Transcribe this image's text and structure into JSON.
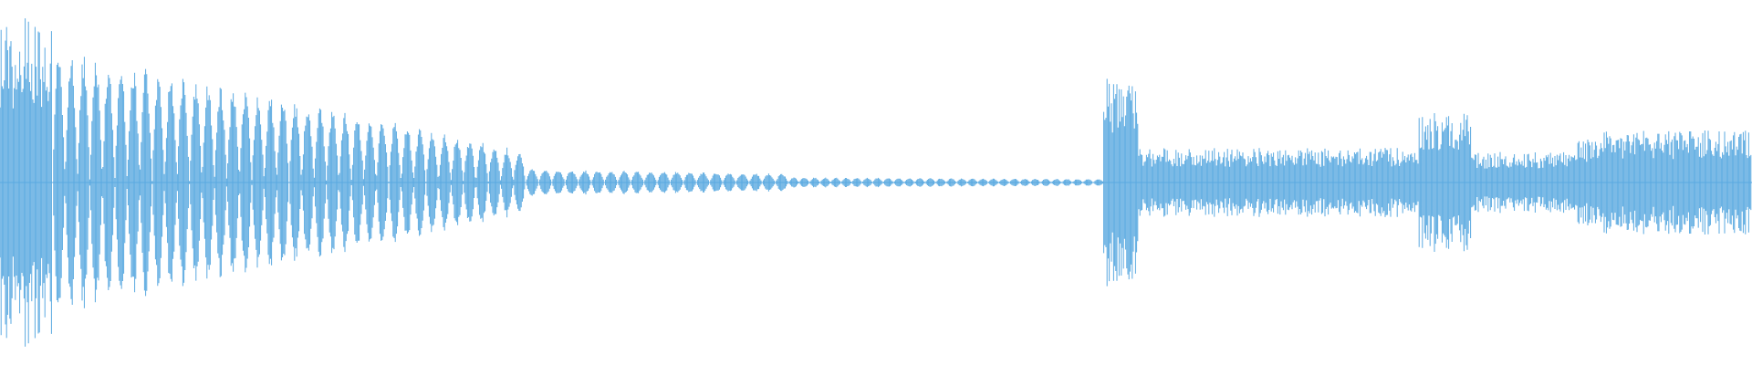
{
  "waveform": {
    "color": "#5aa9e0",
    "background": "#ffffff",
    "segments": [
      {
        "start": 0.0,
        "end": 0.03,
        "amp": 0.95,
        "pattern": "noise"
      },
      {
        "start": 0.03,
        "end": 0.3,
        "amp_start": 0.78,
        "amp_end": 0.18,
        "pattern": "bursts",
        "bursts": 38
      },
      {
        "start": 0.3,
        "end": 0.45,
        "amp_start": 0.08,
        "amp_end": 0.05,
        "pattern": "bursts",
        "bursts": 20
      },
      {
        "start": 0.45,
        "end": 0.63,
        "amp_start": 0.03,
        "amp_end": 0.02,
        "pattern": "bursts",
        "bursts": 30
      },
      {
        "start": 0.63,
        "end": 0.65,
        "amp": 0.6,
        "pattern": "noise"
      },
      {
        "start": 0.65,
        "end": 0.81,
        "amp": 0.2,
        "pattern": "noise"
      },
      {
        "start": 0.81,
        "end": 0.84,
        "amp": 0.4,
        "pattern": "noise"
      },
      {
        "start": 0.84,
        "end": 0.9,
        "amp": 0.18,
        "pattern": "noise"
      },
      {
        "start": 0.9,
        "end": 0.915,
        "amp": 0.25,
        "pattern": "noise"
      },
      {
        "start": 0.915,
        "end": 1.0,
        "amp": 0.3,
        "pattern": "noise"
      }
    ]
  }
}
